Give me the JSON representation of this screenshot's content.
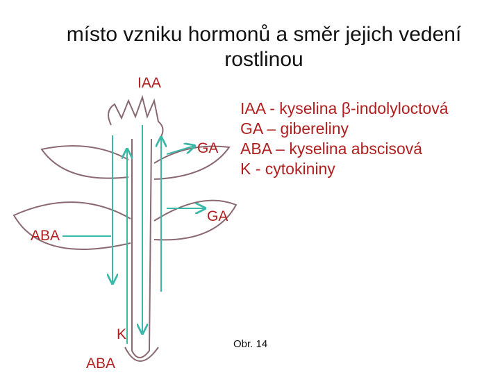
{
  "title_line1": "místo vzniku hormonů a směr jejich vedení",
  "title_line2": "rostlinou",
  "labels": {
    "iaa_top": "IAA",
    "ga_upper": "GA",
    "ga_lower": "GA",
    "aba_leaf": "ABA",
    "k_root": "K",
    "aba_root": "ABA"
  },
  "legend": [
    "IAA  - kyselina β-indolyloctová",
    "GA – gibereliny",
    "ABA – kyselina abscisová",
    "K - cytokininy"
  ],
  "caption": "Obr. 14",
  "colors": {
    "label": "#b02020",
    "arrow": "#3bb8a8",
    "outline": "#8a6a70"
  }
}
